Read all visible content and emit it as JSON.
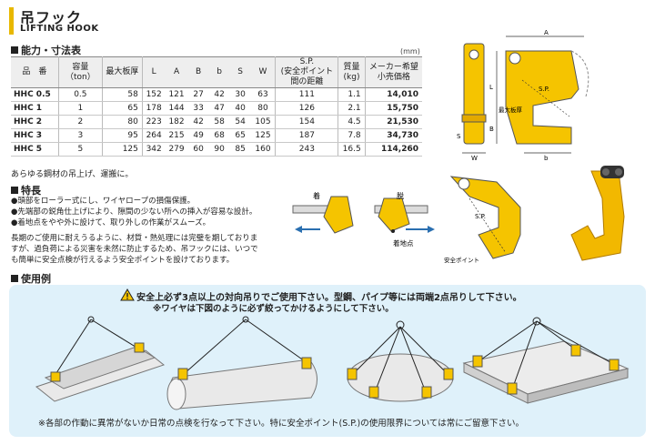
{
  "title": {
    "jp": "吊フック",
    "en": "LIFTING HOOK"
  },
  "specs": {
    "heading": "能力・寸法表",
    "unit": "(mm)",
    "columns": [
      "品　番",
      "容量（ton）",
      "最大板厚",
      "L",
      "A",
      "B",
      "b",
      "S",
      "W",
      "S.P.（安全ポイント間の距離）",
      "質量（kg）",
      "メーカー希望小売価格"
    ],
    "col_header_lines": {
      "sp": [
        "S.P.",
        "(安全ポイント",
        "間の距離"
      ],
      "mass": [
        "質量",
        "(kg)"
      ],
      "price": [
        "メーカー希望",
        "小売価格"
      ]
    },
    "rows": [
      {
        "model": "HHC 0.5",
        "cap": "0.5",
        "thick": "58",
        "L": "152",
        "A": "121",
        "B": "27",
        "b": "42",
        "S": "30",
        "W": "63",
        "SP": "111",
        "mass": "1.1",
        "price": "14,010"
      },
      {
        "model": "HHC 1",
        "cap": "1",
        "thick": "65",
        "L": "178",
        "A": "144",
        "B": "33",
        "b": "47",
        "S": "40",
        "W": "80",
        "SP": "126",
        "mass": "2.1",
        "price": "15,750"
      },
      {
        "model": "HHC 2",
        "cap": "2",
        "thick": "80",
        "L": "223",
        "A": "182",
        "B": "42",
        "b": "58",
        "S": "54",
        "W": "105",
        "SP": "154",
        "mass": "4.5",
        "price": "21,530"
      },
      {
        "model": "HHC 3",
        "cap": "3",
        "thick": "95",
        "L": "264",
        "A": "215",
        "B": "49",
        "b": "68",
        "S": "65",
        "W": "125",
        "SP": "187",
        "mass": "7.8",
        "price": "34,730"
      },
      {
        "model": "HHC 5",
        "cap": "5",
        "thick": "125",
        "L": "342",
        "A": "279",
        "B": "60",
        "b": "90",
        "S": "85",
        "W": "160",
        "SP": "243",
        "mass": "16.5",
        "price": "114,260"
      }
    ],
    "note": "あらゆる鋼材の吊上げ、運搬に。"
  },
  "features": {
    "heading": "特長",
    "items": [
      "●頭部をローラー式にし、ワイヤロープの損傷保護。",
      "●先端部の鋭角仕上げにより、隙間の少ない所への挿入が容易な設計。",
      "●着地点をやや外に設けて、取り外しの作業がスムーズ。"
    ],
    "long_note": [
      "長期のご使用に耐えうるように、材質・熱処理には完璧を期しておりま",
      "すが、過負荷による災害を未然に防止するため、吊フックには、いつで",
      "も簡単に安全点検が行えるよう安全ポイントを設けております。"
    ]
  },
  "diagram_labels": {
    "attach": "着",
    "detach": "脱",
    "landing": "着地点",
    "sp": "S.P.",
    "safety_point": "安全ポイント",
    "max_thickness": "最大板厚",
    "A": "A",
    "B": "B",
    "b": "b",
    "S": "S",
    "W": "W",
    "L": "L"
  },
  "usage": {
    "heading": "使用例",
    "warning1": "安全上必ず3点以上の対向吊りでご使用下さい。型鋼、パイプ等には両端2点吊りして下さい。",
    "warning2": "※ワイヤは下図のように必ず絞ってかけるようにして下さい。",
    "footer": "※各部の作動に異常がないか日常の点検を行なって下さい。特に安全ポイント(S.P.)の使用限界については常にご留意下さい。"
  },
  "colors": {
    "accent": "#e8b800",
    "hook": "#f5c400",
    "usage_bg": "#dff1fa",
    "blue": "#2a6fb0"
  }
}
